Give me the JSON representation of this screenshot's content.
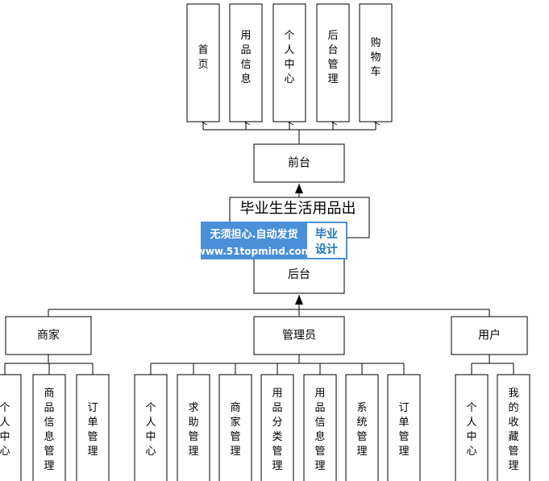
{
  "top_modules": [
    "首页",
    "用品信息",
    "个人中心",
    "后台管理",
    "购物车"
  ],
  "frontend": "前台",
  "title": "毕业生生活用品出",
  "backend": "后台",
  "roles": [
    "商家",
    "管理员",
    "用户"
  ],
  "merchant_modules": [
    "个人中心",
    "商品信息管理",
    "订单管理"
  ],
  "admin_modules": [
    "个人中心",
    "求助管理",
    "商家管理",
    "用品分类管理",
    "用品信息管理",
    "系统管理",
    "订单管理"
  ],
  "user_modules": [
    "个人中心",
    "我的收藏管理"
  ],
  "watermark": {
    "line1": "无须担心.自动发货",
    "line2": "www.51topmind.com",
    "badge1": "毕业",
    "badge2": "设计",
    "bg_color": "#4a90d9",
    "badge_color": "#ffffff"
  }
}
